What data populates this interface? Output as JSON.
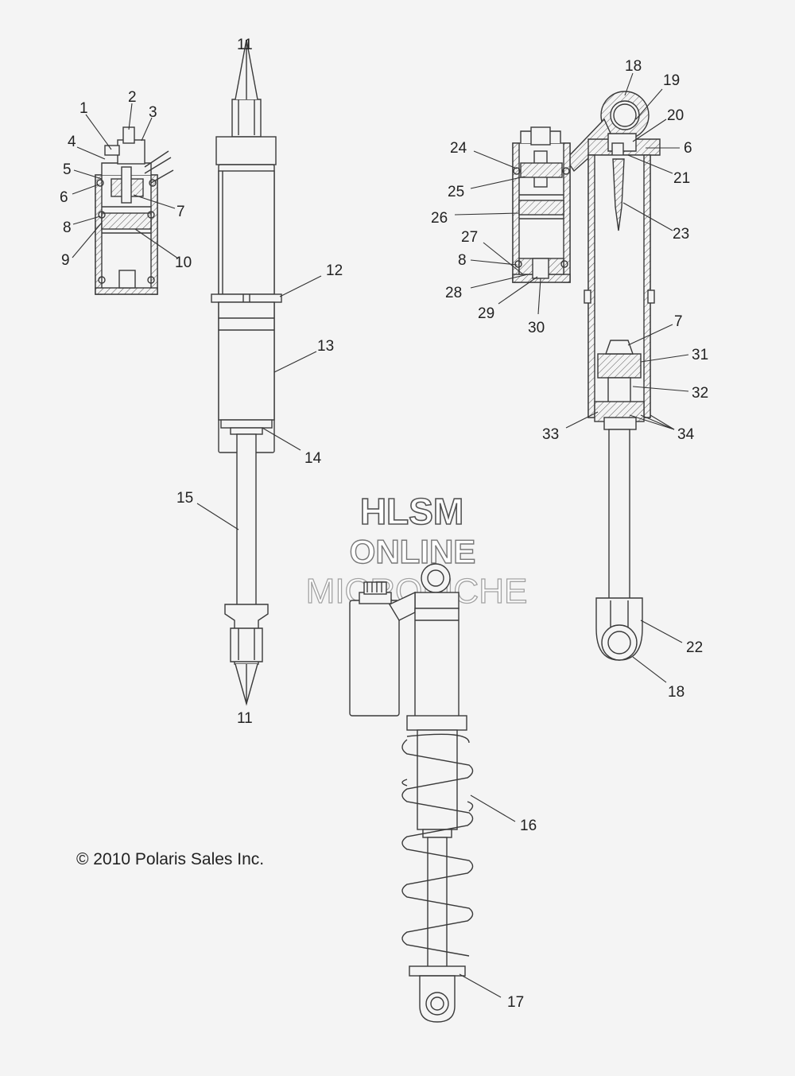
{
  "watermark": {
    "line1": "HLSM",
    "line2": "ONLINE",
    "line3": "MICROFICHE"
  },
  "copyright": "© 2010 Polaris Sales Inc.",
  "callouts": [
    {
      "id": "c1",
      "label": "1"
    },
    {
      "id": "c2",
      "label": "2"
    },
    {
      "id": "c3",
      "label": "3"
    },
    {
      "id": "c4",
      "label": "4"
    },
    {
      "id": "c5",
      "label": "5"
    },
    {
      "id": "c6a",
      "label": "6"
    },
    {
      "id": "c7a",
      "label": "7"
    },
    {
      "id": "c8a",
      "label": "8"
    },
    {
      "id": "c9",
      "label": "9"
    },
    {
      "id": "c10",
      "label": "10"
    },
    {
      "id": "c11a",
      "label": "11"
    },
    {
      "id": "c11b",
      "label": "11"
    },
    {
      "id": "c12",
      "label": "12"
    },
    {
      "id": "c13",
      "label": "13"
    },
    {
      "id": "c14",
      "label": "14"
    },
    {
      "id": "c15",
      "label": "15"
    },
    {
      "id": "c16",
      "label": "16"
    },
    {
      "id": "c17",
      "label": "17"
    },
    {
      "id": "c18a",
      "label": "18"
    },
    {
      "id": "c18b",
      "label": "18"
    },
    {
      "id": "c19",
      "label": "19"
    },
    {
      "id": "c20",
      "label": "20"
    },
    {
      "id": "c6b",
      "label": "6"
    },
    {
      "id": "c21",
      "label": "21"
    },
    {
      "id": "c22",
      "label": "22"
    },
    {
      "id": "c23",
      "label": "23"
    },
    {
      "id": "c24",
      "label": "24"
    },
    {
      "id": "c25",
      "label": "25"
    },
    {
      "id": "c26",
      "label": "26"
    },
    {
      "id": "c27",
      "label": "27"
    },
    {
      "id": "c8b",
      "label": "8"
    },
    {
      "id": "c28",
      "label": "28"
    },
    {
      "id": "c29",
      "label": "29"
    },
    {
      "id": "c30",
      "label": "30"
    },
    {
      "id": "c7b",
      "label": "7"
    },
    {
      "id": "c31",
      "label": "31"
    },
    {
      "id": "c32",
      "label": "32"
    },
    {
      "id": "c33",
      "label": "33"
    },
    {
      "id": "c34",
      "label": "34"
    }
  ]
}
